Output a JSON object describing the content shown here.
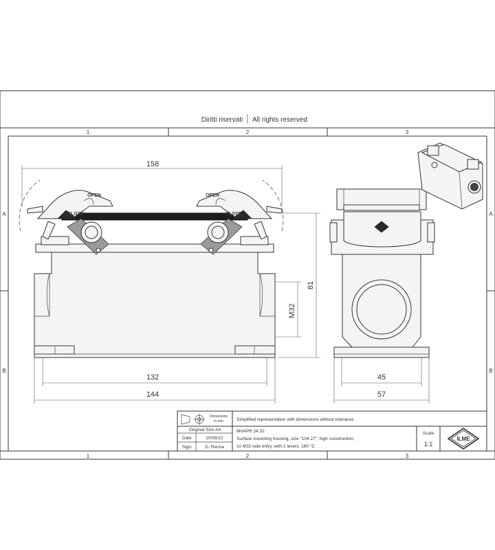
{
  "header": {
    "rights_it": "Diritti riservati",
    "rights_en": "All rights reserved"
  },
  "grid": {
    "columns": [
      "1",
      "2",
      "3"
    ],
    "rows": [
      "A",
      "B"
    ]
  },
  "front_view": {
    "overall_width": "158",
    "base_length": "132",
    "base_width": "144",
    "height": "81",
    "entry": "M32",
    "lever_left_open": "OPEN",
    "lever_left_close": "CLOSE",
    "lever_right_open": "OPEN",
    "lever_right_close": "CLOSE"
  },
  "side_view": {
    "inner_width": "45",
    "outer_width": "57"
  },
  "title_block": {
    "dimensions_label_1": "Dimensions",
    "dimensions_label_2": "in mm",
    "original_size": "Original Size A4",
    "date_label": "Date",
    "date_value": "20/09/22",
    "sign_label": "Sign.",
    "sign_value": "G. Renna",
    "note": "Simplified representation with dimensions without tolerance",
    "code": "MVAPR 24.32",
    "description_1": "Surface mounting housing, size \"104.27\", high construction,",
    "description_2": "1x M32 side entry,  with 2 levers, 180 °C",
    "scale_label": "Scale",
    "scale_value": "1:1",
    "logo_text": "ILME"
  },
  "colors": {
    "line": "#333333",
    "lever_dark": "#2b2b2b",
    "lever_grey": "#9a9a9a"
  }
}
